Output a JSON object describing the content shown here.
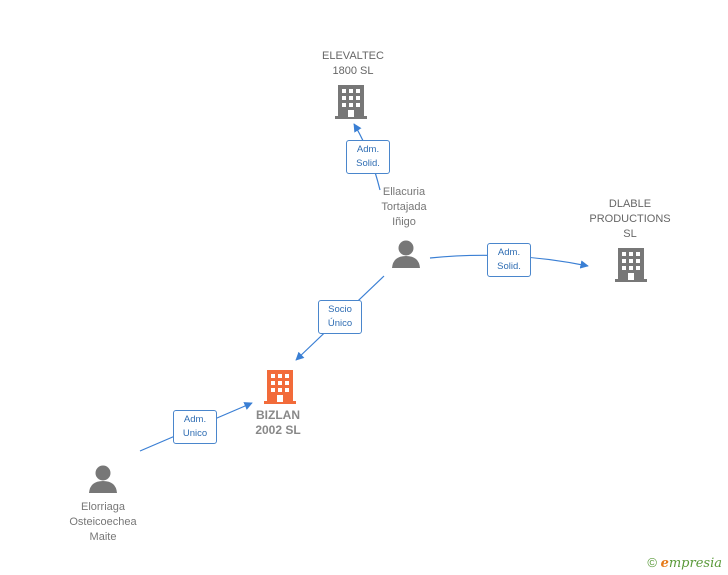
{
  "nodes": {
    "elevaltec": {
      "label": "ELEVALTEC\n1800 SL",
      "type": "company"
    },
    "dlable": {
      "label": "DLABLE\nPRODUCTIONS\nSL",
      "type": "company"
    },
    "bizlan": {
      "label": "BIZLAN\n2002  SL",
      "type": "company-main"
    },
    "ellacuria": {
      "label": "Ellacuria\nTortajada\nIñigo",
      "type": "person"
    },
    "elorriaga": {
      "label": "Elorriaga\nOsteicoechea\nMaite",
      "type": "person"
    }
  },
  "edges": {
    "e1": {
      "label": "Adm.\nSolid."
    },
    "e2": {
      "label": "Adm.\nSolid."
    },
    "e3": {
      "label": "Socio\nÚnico"
    },
    "e4": {
      "label": "Adm.\nUnico"
    }
  },
  "colors": {
    "edge": "#3a7fd4",
    "company": "#777777",
    "company_main": "#f26b3a",
    "person": "#777777"
  },
  "footer": {
    "copyright": "©",
    "brand_e": "e",
    "brand_rest": "mpresia"
  }
}
